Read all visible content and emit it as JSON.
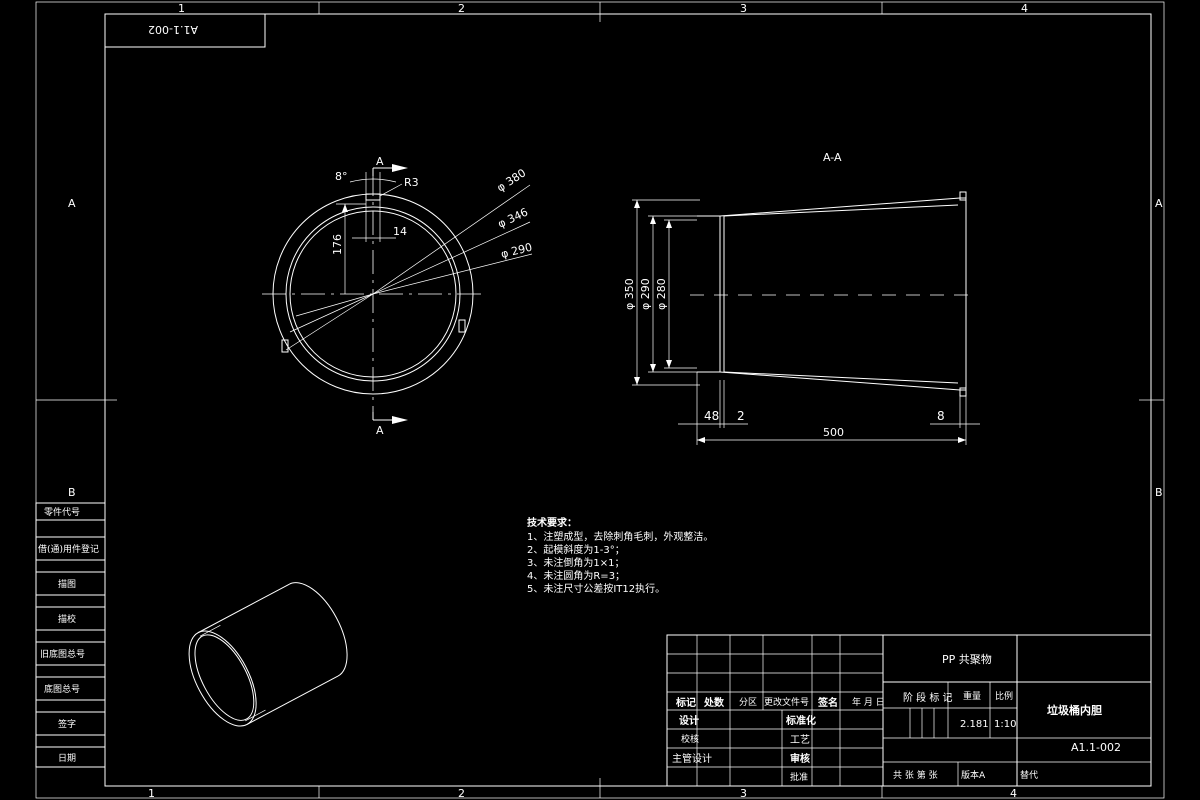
{
  "drawing_number": "A1.1-002",
  "grid": {
    "columns": [
      "1",
      "2",
      "3",
      "4"
    ],
    "rows": [
      "A",
      "B"
    ]
  },
  "section_label": "A-A",
  "cut_label": "A",
  "dimensions": {
    "angle": "8°",
    "radius": "R3",
    "d380": "φ 380",
    "d346": "φ 346",
    "d290_front": "φ 290",
    "h176": "176",
    "w14": "14",
    "d350": "φ 350",
    "d290_side": "φ 290",
    "d280": "φ 280",
    "len48": "48",
    "len2": "2",
    "len8": "8",
    "len500": "500"
  },
  "tech_requirements": {
    "title": "技术要求：",
    "items": [
      "1、注塑成型，去除刺角毛刺，外观整洁。",
      "2、起模斜度为1-3°；",
      "3、未注倒角为1×1；",
      "4、未注圆角为R=3；",
      "5、未注尺寸公差按IT12执行。"
    ]
  },
  "left_strip": {
    "labels": [
      "零件代号",
      "借(通)用件登记",
      "描图",
      "描校",
      "旧底图总号",
      "底图总号",
      "签字",
      "日期"
    ]
  },
  "title_block": {
    "material": "PP 共聚物",
    "headers": [
      "标记",
      "处数",
      "分区",
      "更改文件号",
      "签名",
      "年 月 日"
    ],
    "stage_label": "阶 段 标 记",
    "weight_label": "重量",
    "scale_label": "比例",
    "weight_value": "2.181",
    "scale_value": "1:10",
    "part_name": "垃圾桶内胆",
    "drawing_no": "A1.1-002",
    "role_labels": [
      "设计",
      "校核",
      "主管设计"
    ],
    "role_labels_mid": [
      "标准化",
      "工艺",
      "审核",
      "批准"
    ],
    "sheet_info": "共 张  第 张",
    "version": "版本A",
    "replace": "替代"
  }
}
